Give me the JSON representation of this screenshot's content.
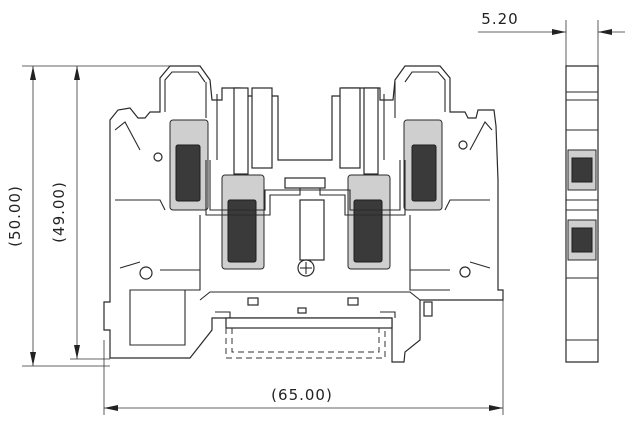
{
  "drawing": {
    "dimensions": {
      "overall_height": "(50.00)",
      "inner_height": "(49.00)",
      "overall_width": "(65.00)",
      "side_thickness": "5.20"
    }
  }
}
